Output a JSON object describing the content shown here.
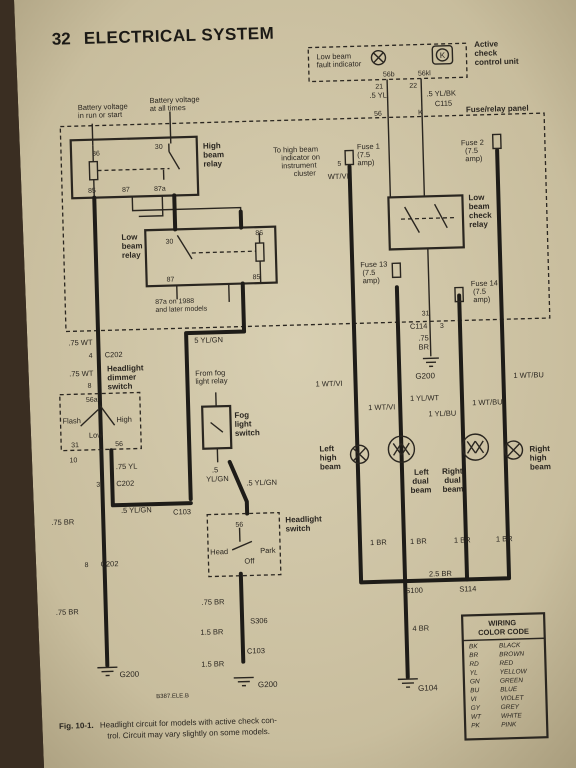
{
  "colors": {
    "paper": "#cfc5a6",
    "ink": "#2a2620",
    "wire": "#1e1c18",
    "shadow": "#2b2218"
  },
  "header": {
    "page_number": "32",
    "section_title": "ELECTRICAL SYSTEM"
  },
  "labels": {
    "active_check_unit": [
      "Active",
      "check",
      "control unit"
    ],
    "low_beam_fault": [
      "Low beam",
      "fault indicator"
    ],
    "pin_56b": "56b",
    "pin_56kl": "56kl",
    "pin_21": "21",
    "pin_22": "22",
    "wire_5yl": ".5 YL",
    "wire_5ylbk": ".5 YL/BK",
    "wire_56": "56",
    "wire_k": "K",
    "conn_c115": "C115",
    "fuse_relay_panel": "Fuse/relay panel",
    "battery_run": [
      "Battery voltage",
      "in run or start"
    ],
    "battery_all": [
      "Battery voltage",
      "at all times"
    ],
    "high_beam_relay": [
      "High",
      "beam",
      "relay"
    ],
    "relay_pin_86": "86",
    "relay_pin_30": "30",
    "relay_pin_85": "85",
    "relay_pin_87": "87",
    "relay_pin_87a": "87a",
    "low_beam_relay": [
      "Low",
      "beam",
      "relay"
    ],
    "note_87a": [
      "87a on 1988",
      "and later models"
    ],
    "to_high_beam_indicator": [
      "To high beam",
      "indicator on",
      "instrument",
      "cluster"
    ],
    "pin_5": "5",
    "wire_wtvi_small": "WT/VI",
    "fuse_1": [
      "Fuse 1",
      "(7.5",
      "amp)"
    ],
    "fuse_2": [
      "Fuse 2",
      "(7.5",
      "amp)"
    ],
    "fuse_13": [
      "Fuse 13",
      "(7.5",
      "amp)"
    ],
    "fuse_14": [
      "Fuse 14",
      "(7.5",
      "amp)"
    ],
    "low_beam_check_relay": [
      "Low",
      "beam",
      "check",
      "relay"
    ],
    "pin_31": "31",
    "conn_c114": "C114",
    "pin_3": "3",
    "wire_75br": ".75",
    "wire_br": "BR",
    "ground_g200_top": "G200",
    "wire_75wt_a": ".75 WT",
    "pin_4": "4",
    "conn_c202_a": "C202",
    "wire_75wt_b": ".75 WT",
    "headlight_dimmer_switch": [
      "Headlight",
      "dimmer",
      "switch"
    ],
    "pin_8": "8",
    "pin_56a": "56a",
    "flash": "Flash",
    "high": "High",
    "low": "Low",
    "pin_31b": "31",
    "pin_56": "56",
    "wire_5ylgn_a": "5 YL/GN",
    "from_fog_relay": [
      "From fog",
      "light relay"
    ],
    "fog_light_switch": [
      "Fog",
      "light",
      "switch"
    ],
    "pin_10": "10",
    "wire_75yl": ".75 YL",
    "pin_3b": "3",
    "conn_c202_b": "C202",
    "wire_5_ylgn_b": [
      ".5",
      "YL/GN"
    ],
    "wire_5ylgn_c": ".5 YL/GN",
    "wire_5ylgn_d": ".5 YL/GN",
    "conn_c103": "C103",
    "wire_75br_a": ".75 BR",
    "headlight_switch": [
      "Headlight",
      "switch"
    ],
    "pin_56c": "56",
    "head": "Head",
    "off": "Off",
    "park": "Park",
    "pin_8b": "8",
    "conn_c202_c": "C202",
    "wire_75br_b": ".75 BR",
    "ground_g200_left": "G200",
    "wire_75br_c": ".75 BR",
    "splice_s306": "S306",
    "wire_15br_a": "1.5 BR",
    "conn_c103_b": "C103",
    "wire_15br_b": "1.5 BR",
    "ground_g200_mid": "G200",
    "code_b387": "B387.ELE.B",
    "wire_1wtvi_a": "1 WT/VI",
    "wire_1wtvi_b": "1 WT/VI",
    "wire_1ylwt": "1 YL/WT",
    "wire_1ylbu": "1 YL/BU",
    "wire_1wtbu_a": "1 WT/BU",
    "wire_1wtbu_b": "1 WT/BU",
    "left_high_beam": [
      "Left",
      "high",
      "beam"
    ],
    "left_dual_beam": [
      "Left",
      "dual",
      "beam"
    ],
    "right_dual_beam": [
      "Right",
      "dual",
      "beam"
    ],
    "right_high_beam": [
      "Right",
      "high",
      "beam"
    ],
    "wire_1br_a": "1 BR",
    "wire_1br_b": "1 BR",
    "wire_1br_c": "1 BR",
    "wire_1br_d": "1 BR",
    "wire_25br": "2.5 BR",
    "splice_s100": "S100",
    "splice_s114": "S114",
    "wire_4br": "4 BR",
    "ground_g104": "G104",
    "color_code_title": [
      "WIRING",
      "COLOR CODE"
    ],
    "color_code": [
      [
        "BK",
        "BLACK"
      ],
      [
        "BR",
        "BROWN"
      ],
      [
        "RD",
        "RED"
      ],
      [
        "YL",
        "YELLOW"
      ],
      [
        "GN",
        "GREEN"
      ],
      [
        "BU",
        "BLUE"
      ],
      [
        "VI",
        "VIOLET"
      ],
      [
        "GY",
        "GREY"
      ],
      [
        "WT",
        "WHITE"
      ],
      [
        "PK",
        "PINK"
      ]
    ],
    "caption_fig": "Fig. 10-1.",
    "caption_text": [
      "Headlight circuit for models with active check con-",
      "trol. Circuit may vary slightly on some models."
    ]
  }
}
